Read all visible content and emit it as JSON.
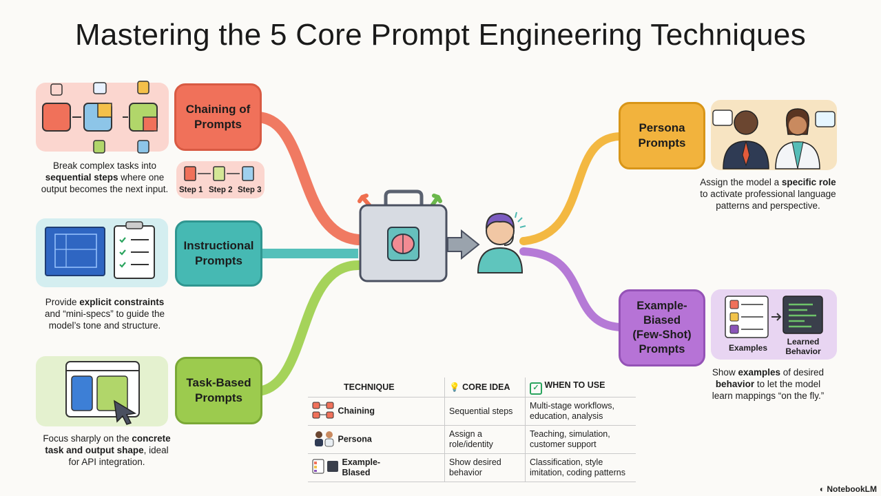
{
  "title": "Mastering the 5 Core Prompt Engineering Techniques",
  "techniques": {
    "chaining": {
      "label_line1": "Chaining of",
      "label_line2": "Prompts",
      "desc_a": "Break complex tasks into",
      "desc_b": "sequential steps",
      "desc_c": "where one",
      "desc_d": "output becomes the next input.",
      "step1": "Step 1",
      "step2": "Step 2",
      "step3": "Step 3"
    },
    "instructional": {
      "label_line1": "Instructional",
      "label_line2": "Prompts",
      "desc_a": "Provide",
      "desc_b": "explicit constraints",
      "desc_c": "and “mini-specs” to guide the",
      "desc_d": "model’s tone and structure."
    },
    "task": {
      "label_line1": "Task-Based",
      "label_line2": "Prompts",
      "desc_a": "Focus sharply on the",
      "desc_b": "concrete",
      "desc_c": "task and output shape",
      "desc_d": ", ideal",
      "desc_e": "for API integration."
    },
    "persona": {
      "label_line1": "Persona",
      "label_line2": "Prompts",
      "desc_a": "Assign the model a",
      "desc_b": "specific role",
      "desc_c": "to activate professional language",
      "desc_d": "patterns and perspective."
    },
    "fewshot": {
      "label_line1": "Example-",
      "label_line2": "Biased",
      "label_line3": "(Few-Shot)",
      "label_line4": "Prompts",
      "examples_label": "Examples",
      "learned_line1": "Learned",
      "learned_line2": "Behavior",
      "desc_a": "Show",
      "desc_b": "examples",
      "desc_c": "of desired",
      "desc_d": "behavior",
      "desc_e": "to let the model",
      "desc_f": "learn mappings “on the fly.”"
    }
  },
  "table": {
    "headers": [
      "TECHNIQUE",
      "CORE IDEA",
      "WHEN TO USE"
    ],
    "rows": [
      {
        "technique": "Chaining",
        "idea": "Sequential steps",
        "use_1": "Multi-stage workflows,",
        "use_2": "education, analysis"
      },
      {
        "technique": "Persona",
        "idea_1": "Assign a",
        "idea_2": "role/identity",
        "use_1": "Teaching, simulation,",
        "use_2": "customer support"
      },
      {
        "technique_1": "Example-",
        "technique_2": "Blased",
        "idea_1": "Show desired",
        "idea_2": "behavior",
        "use_1": "Classification, style",
        "use_2": "imitation, coding patterns"
      }
    ]
  },
  "brand": "NotebookLM",
  "colors": {
    "chaining": "#f0715a",
    "instructional": "#46b9b3",
    "task": "#9ccb4e",
    "persona": "#f2b33d",
    "fewshot": "#b673d6"
  }
}
